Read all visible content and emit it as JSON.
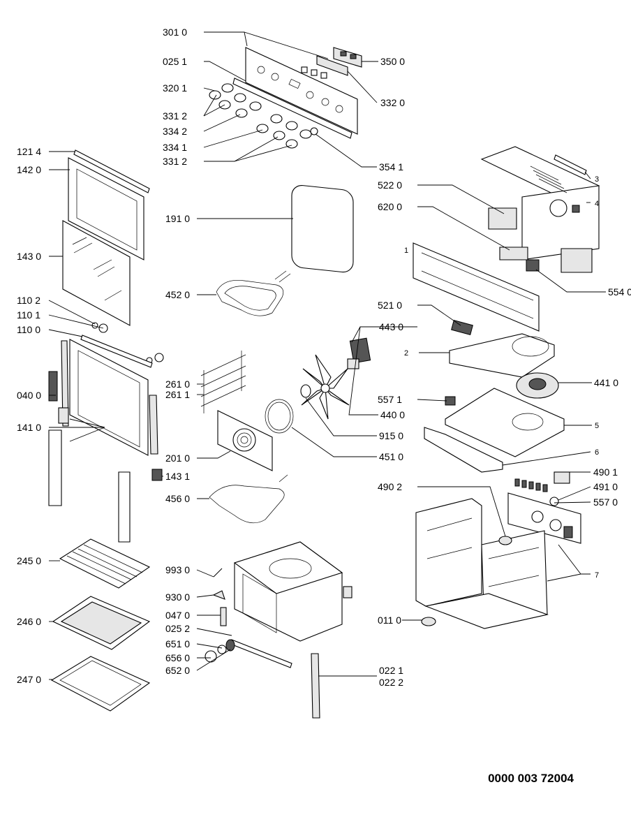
{
  "document_number": "0000 003 72004",
  "part_labels": {
    "p301_0": "301 0",
    "p350_0": "350 0",
    "p025_1": "025 1",
    "p320_1": "320 1",
    "p332_0": "332 0",
    "p331_2a": "331 2",
    "p334_2": "334 2",
    "p334_1": "334 1",
    "p331_2b": "331 2",
    "p354_1": "354 1",
    "p121_4": "121 4",
    "p142_0": "142 0",
    "p143_0": "143 0",
    "p110_2": "110 2",
    "p110_1": "110 1",
    "p110_0": "110 0",
    "p040_0": "040 0",
    "p141_0": "141 0",
    "p191_0": "191 0",
    "p452_0": "452 0",
    "p261_0": "261 0",
    "p261_1": "261 1",
    "p201_0": "201 0",
    "p143_1": "143 1",
    "p456_0": "456 0",
    "p522_0": "522 0",
    "p620_0": "620 0",
    "p554_0": "554 0",
    "p521_0": "521 0",
    "p443_0": "443 0",
    "p441_0": "441 0",
    "p557_1": "557 1",
    "p440_0": "440 0",
    "p915_0": "915 0",
    "p451_0": "451 0",
    "p490_1": "490 1",
    "p491_0": "491 0",
    "p557_0": "557 0",
    "p490_2": "490 2",
    "p245_0": "245 0",
    "p246_0": "246 0",
    "p247_0": "247 0",
    "p993_0": "993 0",
    "p930_0": "930 0",
    "p047_0": "047 0",
    "p025_2": "025 2",
    "p651_0": "651 0",
    "p656_0": "656 0",
    "p652_0": "652 0",
    "p011_0": "011 0",
    "p022_1": "022 1",
    "p022_2": "022 2",
    "n1": "1",
    "n2": "2",
    "n3": "3",
    "n4": "4",
    "n5": "5",
    "n6": "6",
    "n7": "7"
  }
}
